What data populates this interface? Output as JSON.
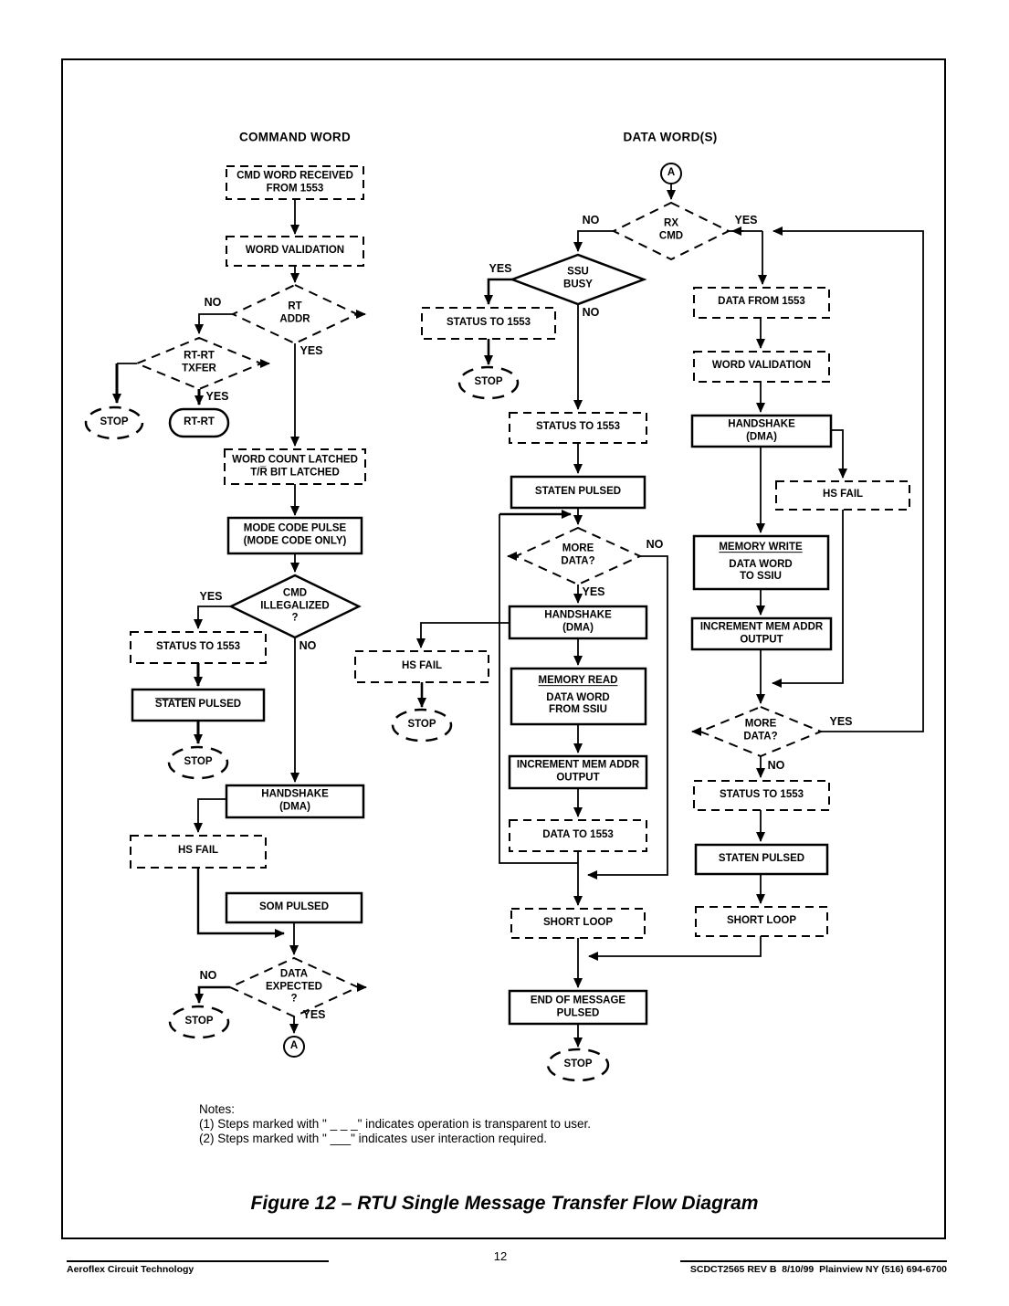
{
  "page": {
    "column_headers": {
      "left": "COMMAND WORD",
      "right": "DATA WORD(S)"
    },
    "caption": "Figure 12 – RTU Single Message Transfer Flow Diagram",
    "notes": {
      "title": "Notes:",
      "line1": "(1) Steps marked with \" _ _ _\" indicates operation is transparent to user.",
      "line2": "(2) Steps marked with \" ___\" indicates user interaction required."
    },
    "footer": {
      "left": "Aeroflex Circuit Technology",
      "page_number": "12",
      "right": "SCDCT2565 REV B  8/10/99  Plainview NY (516) 694-6700"
    }
  },
  "connector": {
    "a": "A"
  },
  "nodes": {
    "cmd_word_received": "CMD WORD RECEIVED\nFROM 1553",
    "word_validation_left": "WORD VALIDATION",
    "rt_addr": "RT\nADDR",
    "rt_rt_txfer": "RT-RT\nTXFER",
    "stop_rt": "STOP",
    "rt_rt": "RT-RT",
    "word_count_latched": "WORD COUNT LATCHED\nT/R̅ BIT LATCHED",
    "mode_code_pulse": "MODE CODE PULSE\n(MODE CODE ONLY)",
    "cmd_illegalized": "CMD\nILLEGALIZED\n?",
    "status_to_1553_left": "STATUS TO 1553",
    "staten_pulsed_left": {
      "overlined": "STATEN",
      "rest": " PULSED"
    },
    "stop_illegal": "STOP",
    "handshake_left": "HANDSHAKE\n(DMA)",
    "hs_fail_left": "HS FAIL",
    "som_pulsed": "SOM PULSED",
    "data_expected": "DATA\nEXPECTED\n?",
    "stop_no_data": "STOP",
    "rx_cmd": "RX\nCMD",
    "ssu_busy": "SSU\nBUSY",
    "status_to_1553_busy": "STATUS TO 1553",
    "stop_busy": "STOP",
    "status_to_1553_mid": "STATUS TO 1553",
    "staten_pulsed_mid": "STATEN PULSED",
    "more_data_mid": "MORE\nDATA?",
    "handshake_mid": "HANDSHAKE\n(DMA)",
    "hs_fail_mid": "HS FAIL",
    "stop_hs_mid": "STOP",
    "memory_read": {
      "title": "MEMORY READ",
      "body": "DATA WORD\nFROM SSIU"
    },
    "increment_mid": "INCREMENT MEM ADDR\nOUTPUT",
    "data_to_1553": "DATA TO 1553",
    "short_loop_mid": "SHORT LOOP",
    "end_of_message": "END OF MESSAGE\nPULSED",
    "stop_end": "STOP",
    "data_from_1553": "DATA FROM 1553",
    "word_validation_right": "WORD VALIDATION",
    "handshake_right": "HANDSHAKE\n(DMA)",
    "hs_fail_right": "HS FAIL",
    "memory_write": {
      "title": "MEMORY WRITE",
      "body": "DATA WORD\nTO SSIU"
    },
    "increment_right": "INCREMENT MEM ADDR\nOUTPUT",
    "more_data_right": "MORE\nDATA?",
    "status_to_1553_right": "STATUS TO 1553",
    "staten_pulsed_right": "STATEN PULSED",
    "short_loop_right": "SHORT LOOP"
  },
  "edge_labels": {
    "rt_addr_no": "NO",
    "rt_addr_yes": "YES",
    "rt_rt_yes": "YES",
    "cmd_illegal_yes": "YES",
    "cmd_illegal_no": "NO",
    "data_expected_no": "NO",
    "data_expected_yes": "YES",
    "rx_cmd_no": "NO",
    "rx_cmd_yes": "YES",
    "ssu_busy_yes": "YES",
    "ssu_busy_no": "NO",
    "more_data_mid_no": "NO",
    "more_data_mid_yes": "YES",
    "more_data_right_yes": "YES",
    "more_data_right_no": "NO"
  },
  "colors": {
    "ink": "#000000",
    "paper": "#ffffff"
  }
}
